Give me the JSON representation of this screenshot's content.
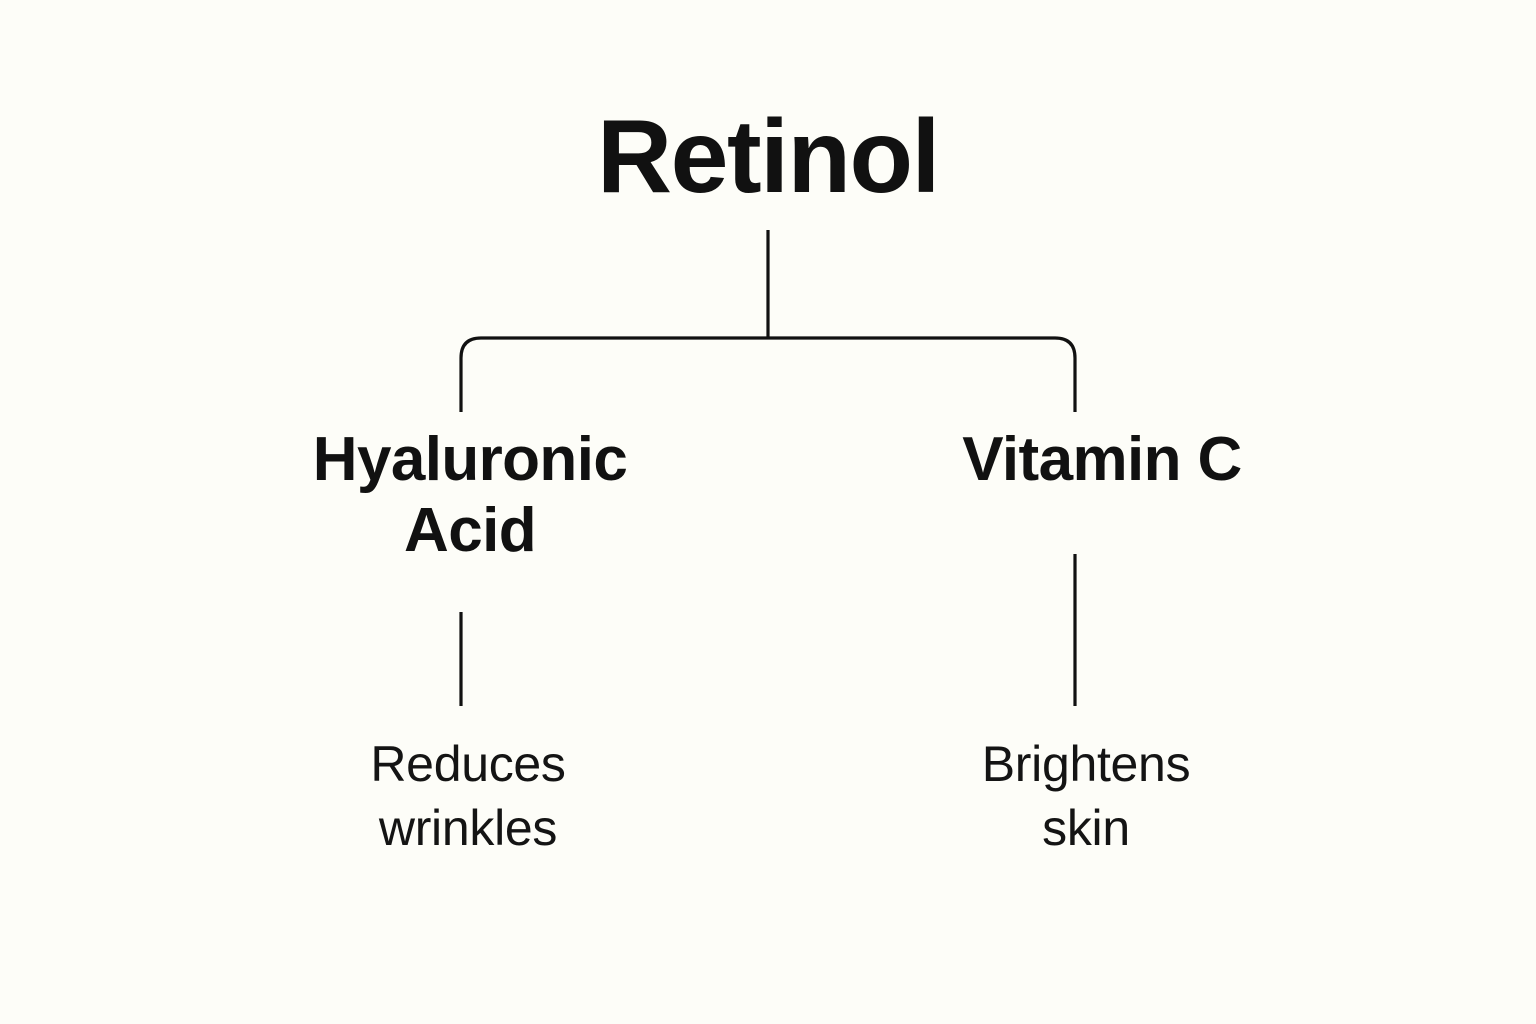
{
  "diagram": {
    "type": "tree",
    "orientation": "top-down",
    "background_color": "#fdfdf8",
    "line_color": "#111111",
    "text_color": "#111111",
    "root": {
      "id": "retinol",
      "label": "Retinol"
    },
    "branches": [
      {
        "id": "hyaluronic-acid",
        "label": "Hyaluronic\nAcid",
        "leaf": {
          "id": "reduces-wrinkles",
          "label": "Reduces\nwrinkles"
        }
      },
      {
        "id": "vitamin-c",
        "label": "Vitamin C",
        "leaf": {
          "id": "brightens-skin",
          "label": "Brightens\nskin"
        }
      }
    ],
    "connectors": {
      "root_stem": "vertical line from root down to horizontal split bar",
      "split_bar": "horizontal bar with rounded corners joining both branches",
      "leaf_stems": "vertical lines from each branch down to its leaf"
    }
  }
}
